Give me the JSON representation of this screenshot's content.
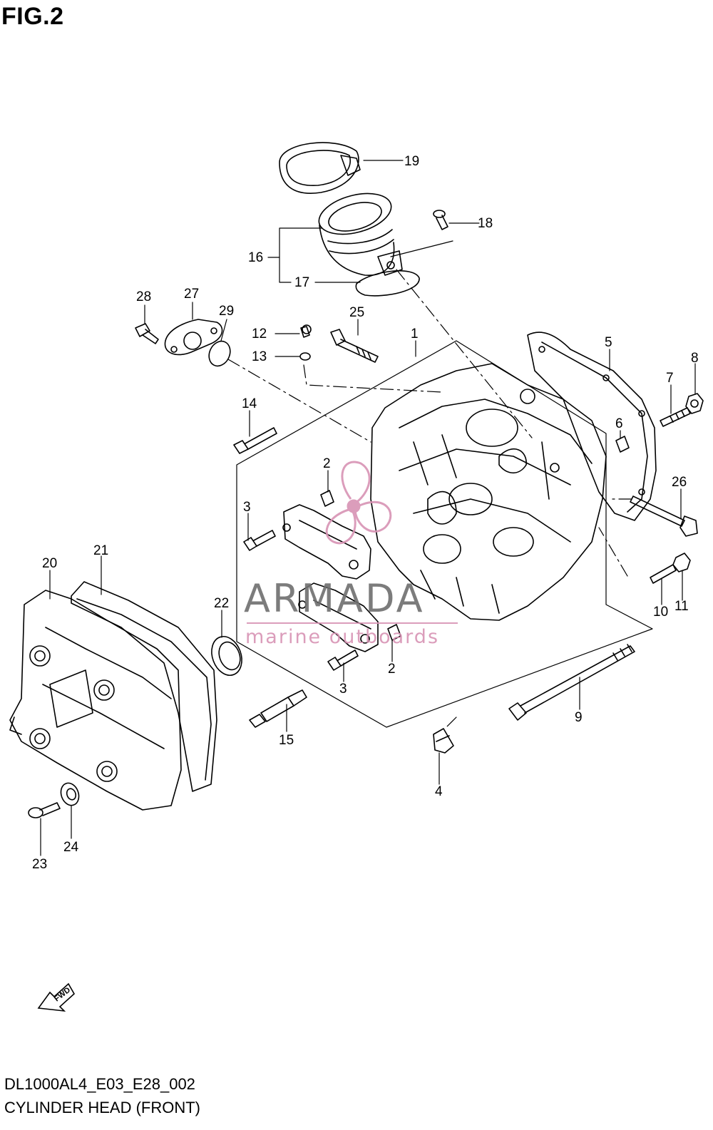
{
  "figure": {
    "title": "FIG.2"
  },
  "drawing": {
    "code": "DL1000AL4_E03_E28_002",
    "caption": "CYLINDER HEAD (FRONT)"
  },
  "watermark": {
    "brand": "ARMADA",
    "tagline": "marine outboards"
  },
  "direction_label": "FWD",
  "callouts": [
    "1",
    "2",
    "2",
    "3",
    "3",
    "4",
    "5",
    "6",
    "7",
    "8",
    "9",
    "10",
    "11",
    "12",
    "13",
    "14",
    "15",
    "16",
    "17",
    "18",
    "19",
    "20",
    "21",
    "22",
    "23",
    "24",
    "25",
    "26",
    "27",
    "28",
    "29"
  ],
  "colors": {
    "line": "#000000",
    "watermark_pink": "#d893b4",
    "watermark_gray": "#6e6e6e"
  }
}
